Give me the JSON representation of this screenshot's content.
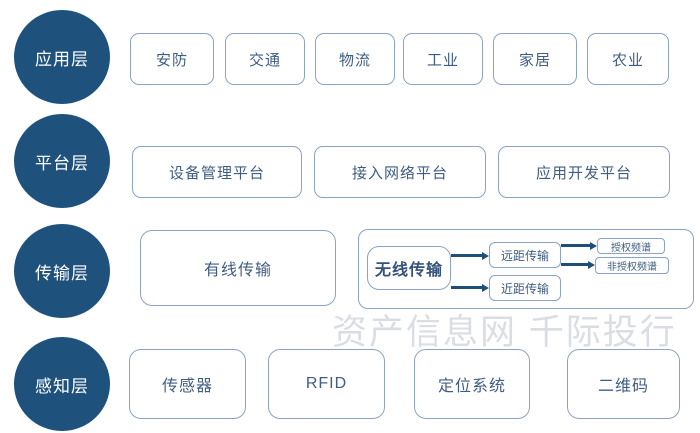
{
  "title": "IoT architecture layers diagram",
  "watermark": "资产信息网 千际投行",
  "colors": {
    "layer_circle_fill": "#1e527c",
    "node_border": "#8aa3c6",
    "node_text": "#3f5d82",
    "arrow": "#1f4e79",
    "watermark_text": "#dadde3",
    "background": "#ffffff"
  },
  "layers": {
    "application": {
      "label": "应用层",
      "items": [
        "安防",
        "交通",
        "物流",
        "工业",
        "家居",
        "农业"
      ]
    },
    "platform": {
      "label": "平台层",
      "items": [
        "设备管理平台",
        "接入网络平台",
        "应用开发平台"
      ]
    },
    "transport": {
      "label": "传输层",
      "wired": "有线传输",
      "wireless": "无线传输",
      "long_range": "远距传输",
      "short_range": "近距传输",
      "licensed_spectrum": "授权频谱",
      "unlicensed_spectrum": "非授权频谱"
    },
    "perception": {
      "label": "感知层",
      "items": [
        "传感器",
        "RFID",
        "定位系统",
        "二维码"
      ]
    }
  }
}
